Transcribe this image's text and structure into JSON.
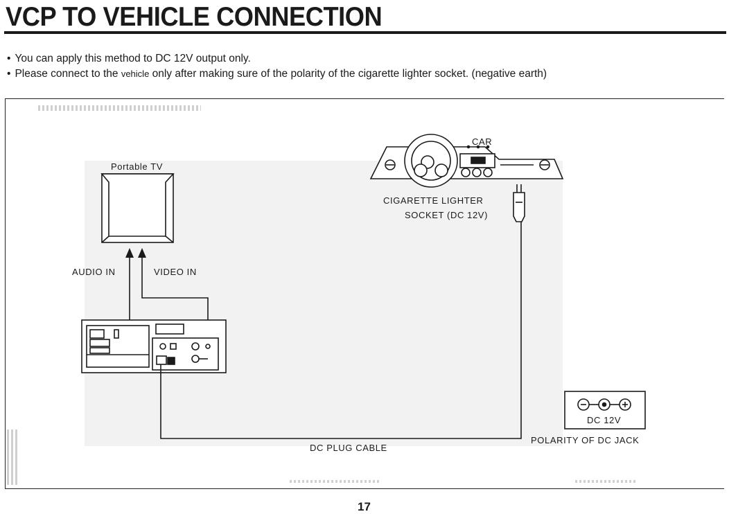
{
  "header": {
    "title": "VCP TO VEHICLE CONNECTION"
  },
  "notes": {
    "bullet1": "You can apply this method to DC 12V output only.",
    "bullet2_a": "Please connect to the ",
    "bullet2_b": "vehicle",
    "bullet2_c": " only after making sure of the polarity of the cigarette lighter socket. (negative earth)"
  },
  "diagram": {
    "labels": {
      "portable_tv": "Portable TV",
      "audio_in": "AUDIO IN",
      "video_in": "VIDEO IN",
      "car": "CAR",
      "lighter_line1": "CIGARETTE LIGHTER",
      "lighter_line2": "SOCKET (DC 12V)",
      "dc_plug_cable": "DC PLUG CABLE",
      "jack_voltage": "DC 12V",
      "jack_polarity": "POLARITY OF DC JACK"
    }
  },
  "footer": {
    "page_number": "17"
  }
}
